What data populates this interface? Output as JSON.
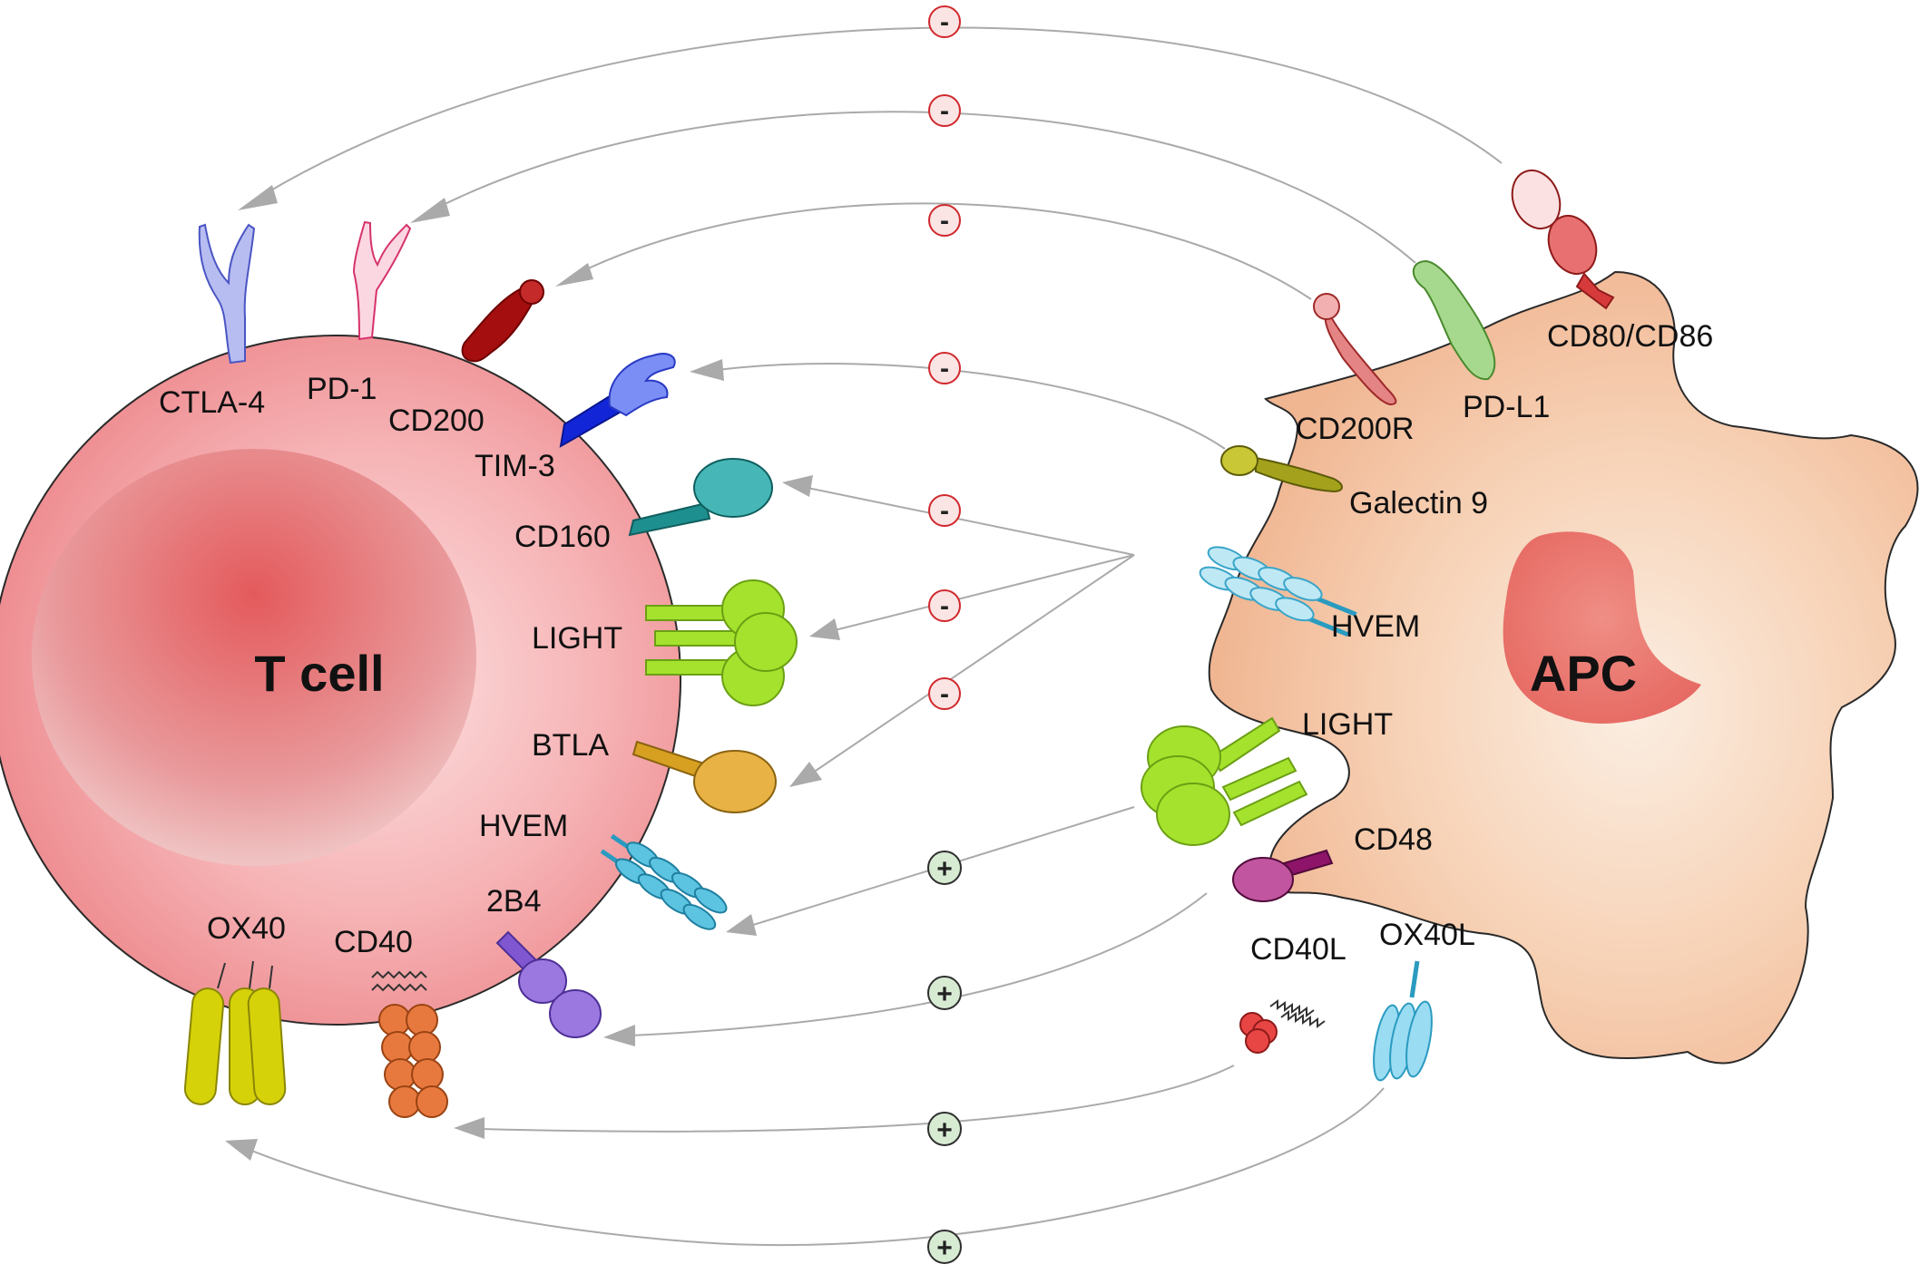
{
  "cells": {
    "t_cell": "T cell",
    "apc": "APC"
  },
  "t_cell_labels": {
    "ctla4": "CTLA-4",
    "pd1": "PD-1",
    "cd200": "CD200",
    "tim3": "TIM-3",
    "cd160": "CD160",
    "light": "LIGHT",
    "btla": "BTLA",
    "hvem": "HVEM",
    "b2b4": "2B4",
    "ox40": "OX40",
    "cd40": "CD40"
  },
  "apc_labels": {
    "cd80_cd86": "CD80/CD86",
    "pdl1": "PD-L1",
    "cd200r": "CD200R",
    "galectin9": "Galectin 9",
    "hvem": "HVEM",
    "light": "LIGHT",
    "cd48": "CD48",
    "cd40l": "CD40L",
    "ox40l": "OX40L"
  },
  "signals": {
    "cd80_cd86_to_ctla4": "-",
    "pdl1_to_pd1": "-",
    "cd200r_to_cd200": "-",
    "galectin9_to_tim3": "-",
    "hvem_to_cd160": "-",
    "hvem_to_light": "-",
    "hvem_to_btla": "-",
    "light_to_hvem": "+",
    "cd48_to_2b4": "+",
    "cd40l_to_cd40": "+",
    "ox40l_to_ox40": "+"
  },
  "colors": {
    "inhibitory": "#d0282d",
    "stimulatory": "#2e6b2e",
    "t_cell": "#ef8a8f",
    "apc": "#f3bd9a",
    "arrow": "#aaaaaa"
  }
}
